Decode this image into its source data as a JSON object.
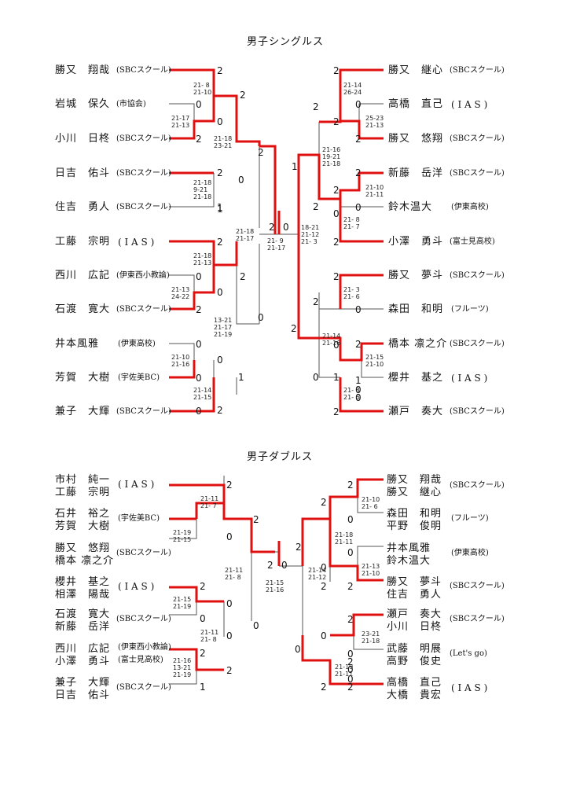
{
  "singles": {
    "title": "男子シングルス",
    "left": [
      {
        "name": "勝又　翔哉",
        "club": "(SBCスクール)"
      },
      {
        "name": "岩城　保久",
        "club": "(市協会)"
      },
      {
        "name": "小川　日柊",
        "club": "(SBCスクール)"
      },
      {
        "name": "日吉　佑斗",
        "club": "(SBCスクール)"
      },
      {
        "name": "住吉　勇人",
        "club": "(SBCスクール)"
      },
      {
        "name": "工藤　宗明",
        "club": "( I A S )"
      },
      {
        "name": "西川　広記",
        "club": "(伊東西小教論)"
      },
      {
        "name": "石渡　寛大",
        "club": "(SBCスクール)"
      },
      {
        "name": "井本風雅",
        "club": "(伊東高校)"
      },
      {
        "name": "芳賀　大樹",
        "club": "(宇佐美BC)"
      },
      {
        "name": "兼子　大輝",
        "club": "(SBCスクール)"
      }
    ],
    "right": [
      {
        "name": "勝又　継心",
        "club": "(SBCスクール)"
      },
      {
        "name": "高橋　直己",
        "club": "( I A S )"
      },
      {
        "name": "勝又　悠翔",
        "club": "(SBCスクール)"
      },
      {
        "name": "新藤　岳洋",
        "club": "(SBCスクール)"
      },
      {
        "name": "鈴木温大",
        "club": "(伊東高校)"
      },
      {
        "name": "小澤　勇斗",
        "club": "(富士見高校)"
      },
      {
        "name": "勝又　夢斗",
        "club": "(SBCスクール)"
      },
      {
        "name": "森田　和明",
        "club": "(フルーツ)"
      },
      {
        "name": "橋本 凛之介",
        "club": "(SBCスクール)"
      },
      {
        "name": "櫻井　基之",
        "club": "( I A S )"
      },
      {
        "name": "瀬戸　奏大",
        "club": "(SBCスクール)"
      }
    ],
    "scores": [
      "2",
      "0",
      "0",
      "2",
      "2",
      "1",
      "2",
      "0",
      "0",
      "2",
      "0",
      "0",
      "1",
      "2",
      "2",
      "0",
      "2",
      "2",
      "0",
      "2",
      "0",
      "1",
      "0",
      "0",
      "2",
      "2",
      "0",
      "2",
      "2",
      "2",
      "0",
      "2",
      "1",
      "0",
      "2",
      "2",
      "0",
      "2",
      "0",
      "0",
      "2",
      "2",
      "2",
      "2",
      "1",
      "1",
      "0",
      "0"
    ],
    "sets": [
      "21- 8\n21-10",
      "21-17\n21-13",
      "21-18\n23-21",
      "21-18\n9-21\n21-18",
      "21-18\n21-17",
      "21- 9\n21-17",
      "21-18\n21-13",
      "21-13\n24-22",
      "13-21\n21-17\n21-19",
      "21-10\n21-16",
      "21-14\n21-15",
      "21-14\n26-24",
      "25-23\n21-13",
      "21-16\n19-21\n21-18",
      "21-10\n21-11",
      "21- 8\n21- 7",
      "18-21\n21-12\n21- 3",
      "21- 3\n21- 6",
      "21-14\n21-16",
      "21-15\n21-10",
      "21- 8\n21- 6"
    ]
  },
  "doubles": {
    "title": "男子ダブルス",
    "left": [
      {
        "names": [
          "市村　純一",
          "工藤　宗明"
        ],
        "club": "( I A S )"
      },
      {
        "names": [
          "石井　裕之",
          "芳賀　大樹"
        ],
        "club": "(宇佐美BC)"
      },
      {
        "names": [
          "勝又　悠翔",
          "橋本 凛之介"
        ],
        "club": "(SBCスクール)"
      },
      {
        "names": [
          "櫻井　基之",
          "相澤　陽哉"
        ],
        "club": "( I A S )"
      },
      {
        "names": [
          "石渡　寛大",
          "新藤　岳洋"
        ],
        "club": "(SBCスクール)"
      },
      {
        "names": [
          "西川　広記",
          "小澤　勇斗"
        ],
        "club": "(伊東西小教論)",
        "club2": "(富士見高校)"
      },
      {
        "names": [
          "兼子　大輝",
          "日吉　佑斗"
        ],
        "club": "(SBCスクール)"
      }
    ],
    "right": [
      {
        "names": [
          "勝又　翔哉",
          "勝又　継心"
        ],
        "club": "(SBCスクール)"
      },
      {
        "names": [
          "森田　和明",
          "平野　俊明"
        ],
        "club": "(フルーツ)"
      },
      {
        "names": [
          "井本風雅",
          "鈴木温大"
        ],
        "club": "(伊東高校)"
      },
      {
        "names": [
          "勝又　夢斗",
          "住吉　勇人"
        ],
        "club": "(SBCスクール)"
      },
      {
        "names": [
          "瀬戸　奏大",
          "小川　日柊"
        ],
        "club": "(SBCスクール)"
      },
      {
        "names": [
          "武藤　明展",
          "高野　俊史"
        ],
        "club": "(Let's go)"
      },
      {
        "names": [
          "高橋　直己",
          "大橋　貴宏"
        ],
        "club": "( I A S )"
      }
    ],
    "scores": [
      "2",
      "2",
      "0",
      "2",
      "0",
      "0",
      "2",
      "0",
      "0",
      "1",
      "2",
      "2",
      "0",
      "2",
      "0",
      "2",
      "2",
      "2",
      "0",
      "2",
      "0",
      "2",
      "0",
      "0",
      "2",
      "0",
      "2",
      "0",
      "0",
      "2"
    ],
    "sets": [
      "21-11\n21- 7",
      "21-19\n21-15",
      "21-11\n21- 8",
      "21-15\n21-16",
      "21-15\n21-19",
      "21-11\n21- 8",
      "21-16\n13-21\n21-19",
      "21-10\n21- 6",
      "21-18\n21-11",
      "21-14\n21-12",
      "21-13\n21-10",
      "23-21\n21-18",
      "21-19\n21-11"
    ]
  },
  "colors": {
    "win_line": "#e01010",
    "line": "#555555",
    "text": "#111111"
  }
}
